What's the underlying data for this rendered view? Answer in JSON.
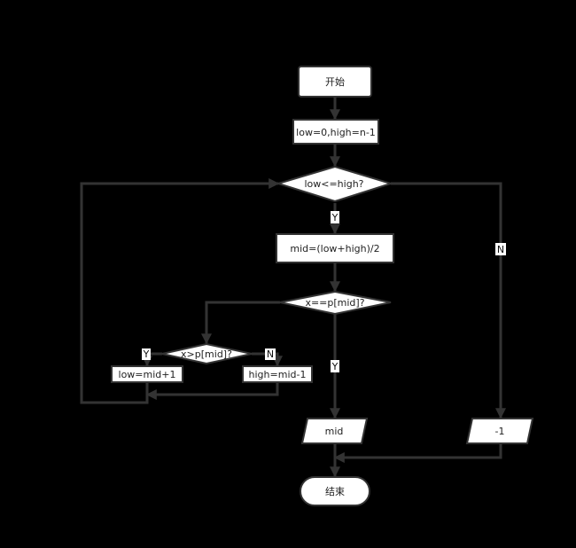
{
  "nodes": {
    "start": "开始",
    "init": "low=0,high=n-1",
    "loop_cond": "low<=high?",
    "calc_mid": "mid=(low+high)/2",
    "eq_check": "x==p[mid]?",
    "gt_check": "x>p[mid]?",
    "low_update": "low=mid+1",
    "high_update": "high=mid-1",
    "out_mid": "mid",
    "out_neg": "-1",
    "end": "结束"
  },
  "edge_labels": {
    "loop_yes": "Y",
    "loop_no": "N",
    "eq_yes": "Y",
    "gt_yes": "Y",
    "gt_no": "N"
  },
  "colors": {
    "background": "#000000",
    "shape_fill": "#ffffff",
    "line": "#333333"
  }
}
